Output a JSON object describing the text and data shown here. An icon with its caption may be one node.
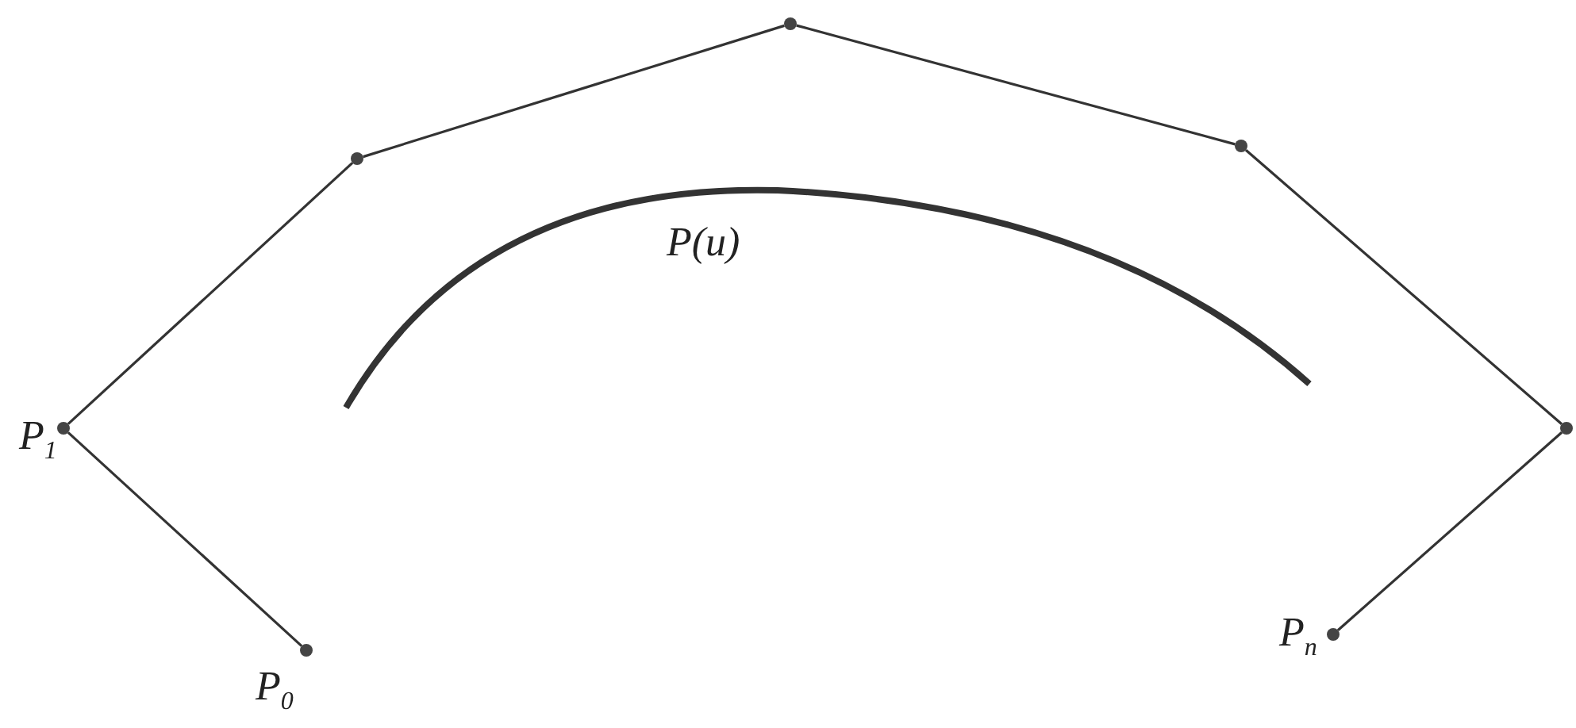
{
  "diagram": {
    "nodes": [
      {
        "text": [],
        "shape": "circle",
        "beside": [
          "P$_{1}$"
        ]
      },
      {
        "text": [],
        "shape": "circle",
        "beside": [
          "P$_{0}$"
        ]
      },
      {
        "text": [],
        "shape": "circle"
      },
      {
        "text": [],
        "shape": "circle"
      },
      {
        "text": [],
        "shape": "circle"
      },
      {
        "text": [],
        "shape": "circle",
        "beside": [
          "P$_{n}$"
        ]
      },
      {
        "text": [],
        "shape": "circle"
      }
    ],
    "edges": [
      {
        "from": 1,
        "to": 0,
        "arrow": "none"
      },
      {
        "from": 0,
        "to": 2,
        "arrow": "none"
      },
      {
        "from": 2,
        "to": 3,
        "arrow": "none"
      },
      {
        "from": 3,
        "to": 4,
        "arrow": "none"
      },
      {
        "from": 4,
        "to": 6,
        "arrow": "none"
      },
      {
        "from": 6,
        "to": 5,
        "arrow": "none"
      }
    ],
    "labels": [
      "P(u)"
    ]
  }
}
